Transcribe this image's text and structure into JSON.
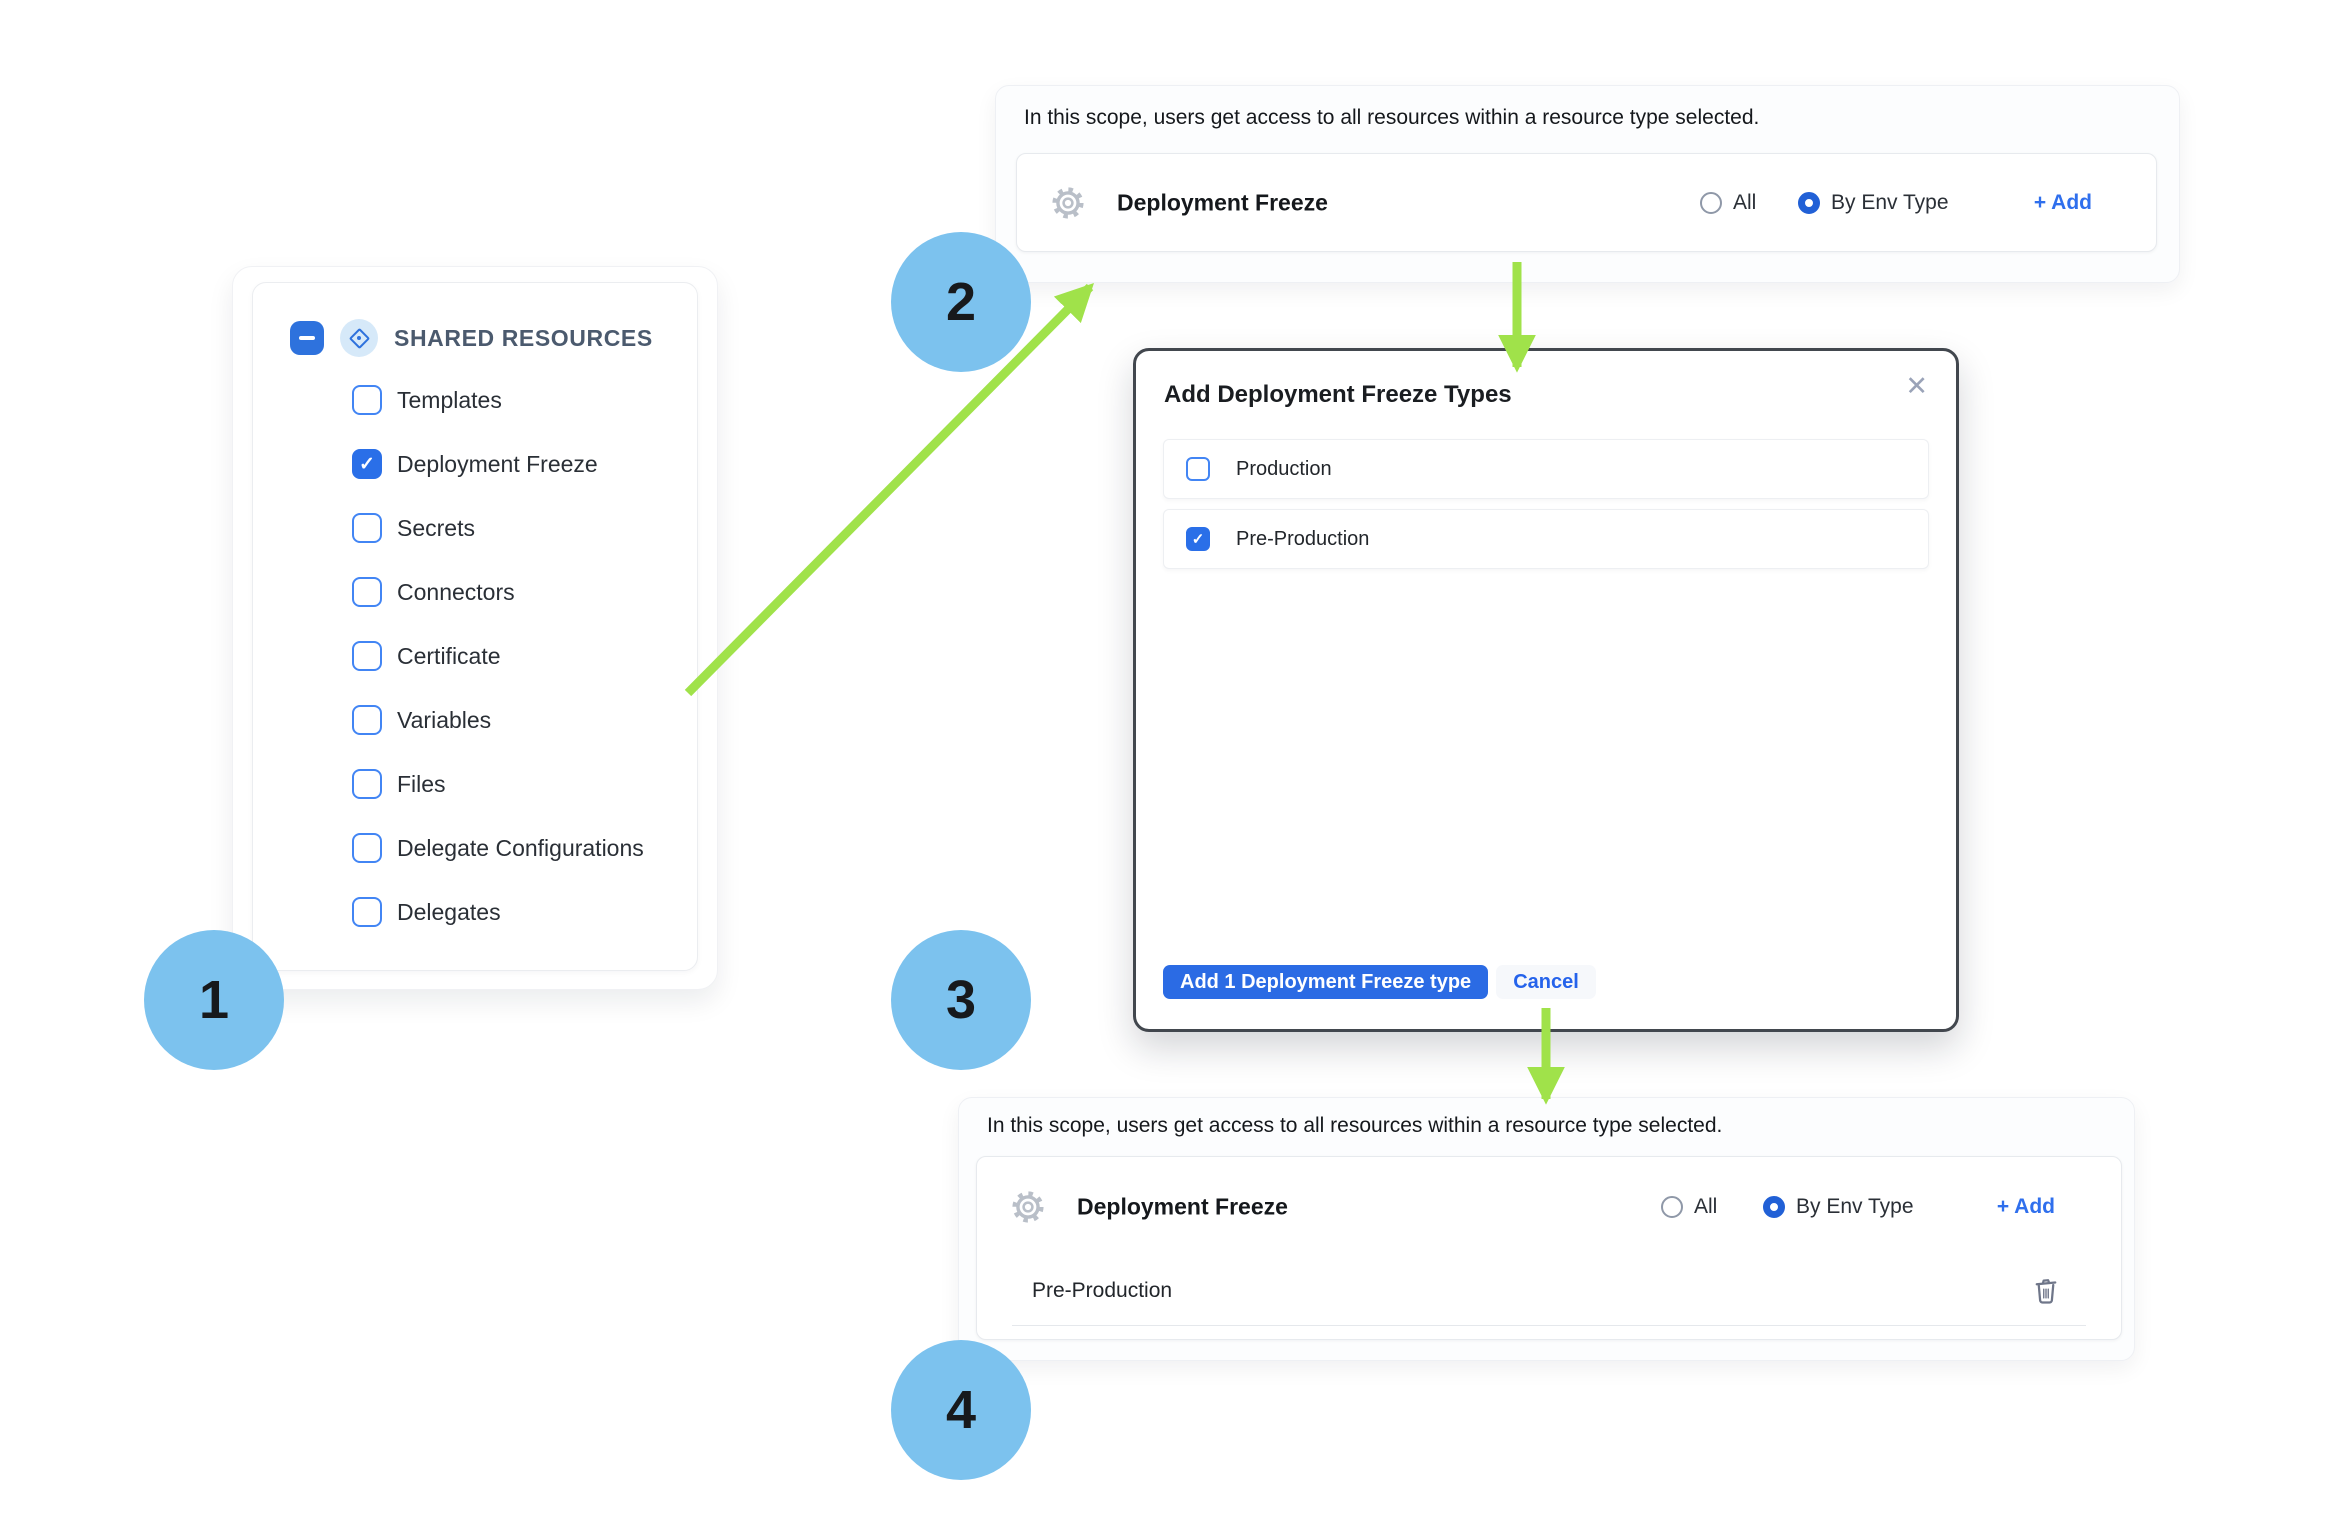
{
  "annotations": {
    "steps": [
      {
        "n": "1"
      },
      {
        "n": "2"
      },
      {
        "n": "3"
      },
      {
        "n": "4"
      }
    ],
    "circle_color": "#7cc2ee",
    "arrow_color": "#a0e24a"
  },
  "shared_panel": {
    "title": "SHARED RESOURCES",
    "items": [
      {
        "label": "Templates",
        "checked": false
      },
      {
        "label": "Deployment Freeze",
        "checked": true
      },
      {
        "label": "Secrets",
        "checked": false
      },
      {
        "label": "Connectors",
        "checked": false
      },
      {
        "label": "Certificate",
        "checked": false
      },
      {
        "label": "Variables",
        "checked": false
      },
      {
        "label": "Files",
        "checked": false
      },
      {
        "label": "Delegate Configurations",
        "checked": false
      },
      {
        "label": "Delegates",
        "checked": false
      }
    ]
  },
  "scope_top": {
    "description": "In this scope, users get access to all resources within a resource type selected.",
    "resource": "Deployment Freeze",
    "radio_all": {
      "label": "All",
      "selected": false
    },
    "radio_by_env": {
      "label": "By Env Type",
      "selected": true
    },
    "add_label": "+ Add"
  },
  "modal": {
    "title": "Add Deployment Freeze Types",
    "options": [
      {
        "label": "Production",
        "checked": false
      },
      {
        "label": "Pre-Production",
        "checked": true
      }
    ],
    "primary_button": "Add 1 Deployment Freeze type",
    "cancel_button": "Cancel"
  },
  "scope_bottom": {
    "description": "In this scope, users get access to all resources within a resource type selected.",
    "resource": "Deployment Freeze",
    "radio_all": {
      "label": "All",
      "selected": false
    },
    "radio_by_env": {
      "label": "By Env Type",
      "selected": true
    },
    "add_label": "+ Add",
    "selected_items": [
      {
        "label": "Pre-Production"
      }
    ]
  },
  "icons": {
    "close": "✕"
  },
  "colors": {
    "primary_blue": "#2b6be4",
    "checkbox_blue": "#4285f4",
    "link_blue": "#2f6fed",
    "circle_blue": "#7cc2ee",
    "arrow_green": "#a0e24a",
    "modal_border": "#42474e"
  }
}
